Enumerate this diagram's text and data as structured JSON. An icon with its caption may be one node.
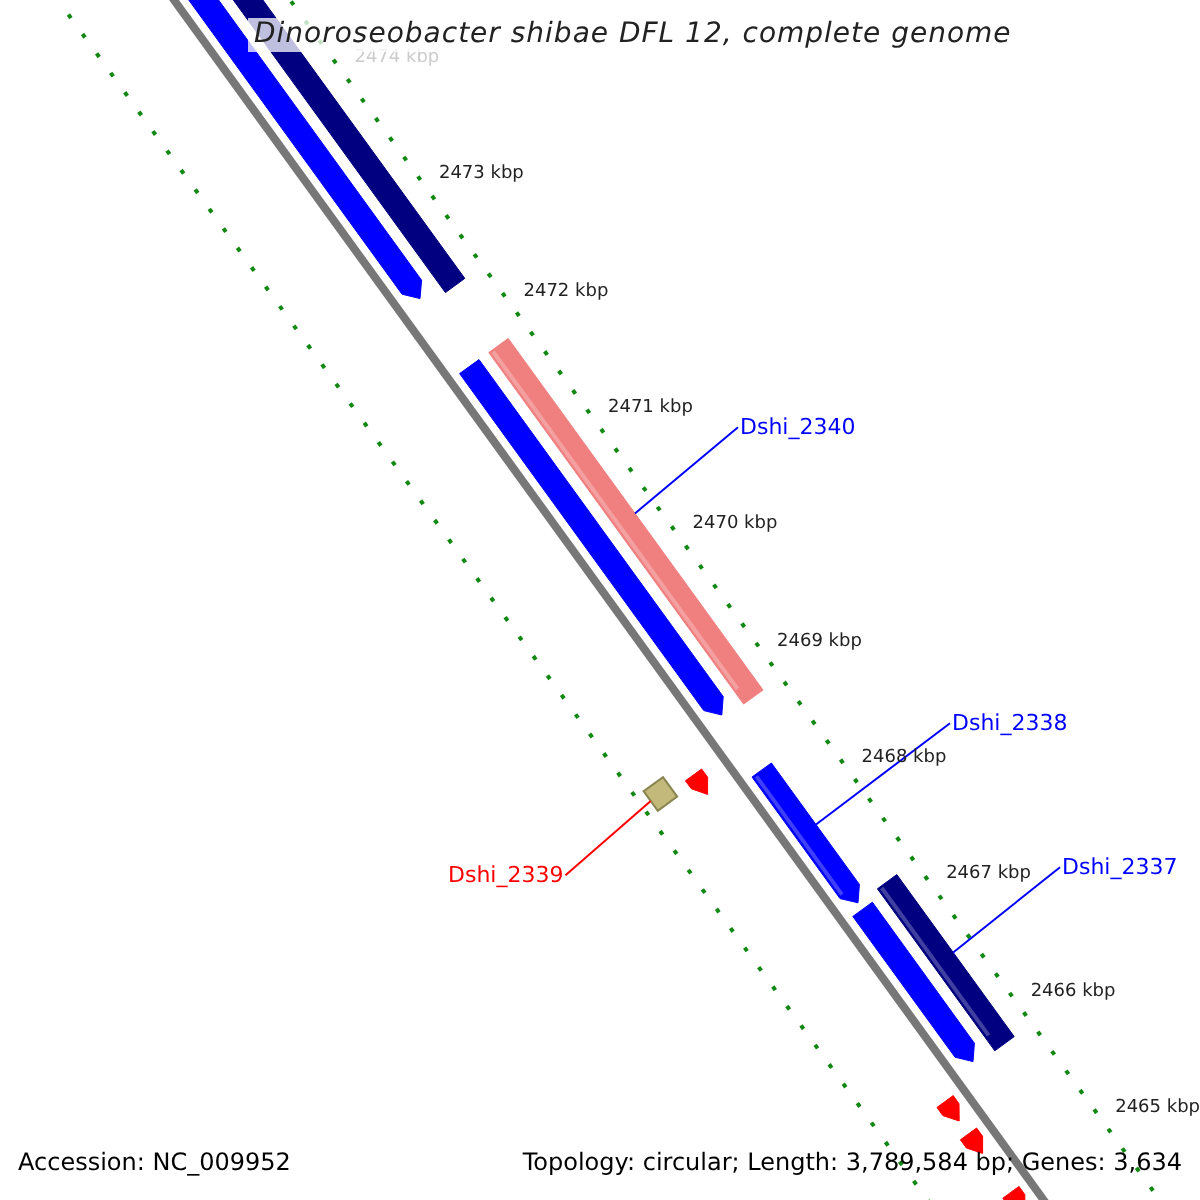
{
  "diagram": {
    "title": "Dinoroseobacter shibae DFL 12, complete genome",
    "nodes": [
      {
        "text": [
          "Dshi_2340"
        ]
      },
      {
        "text": [],
        "shape": "bar"
      },
      {
        "text": [
          "Dshi_2338"
        ]
      },
      {
        "text": [],
        "shape": "bar"
      },
      {
        "text": [
          "Dshi_2337"
        ]
      },
      {
        "text": [],
        "shape": "bar"
      },
      {
        "text": [
          "Dshi_2339"
        ]
      },
      {
        "text": [],
        "shape": "box"
      }
    ],
    "edges": [
      {
        "from": 0,
        "to": 1,
        "arrow": "none"
      },
      {
        "from": 2,
        "to": 3,
        "arrow": "none"
      },
      {
        "from": 4,
        "to": 5,
        "arrow": "none"
      },
      {
        "from": 6,
        "to": 7,
        "arrow": "none",
        "color": "#ff0000"
      }
    ],
    "labels": [
      "2474 kbp",
      "2473 kbp",
      "2472 kbp",
      "2471 kbp",
      "2470 kbp",
      "2469 kbp",
      "2468 kbp",
      "2467 kbp",
      "2466 kbp",
      "2465 kbp",
      "Accession: NC_009952",
      "Topology: circular; Length: 3,789,584 bp; Genes: 3,634"
    ]
  }
}
